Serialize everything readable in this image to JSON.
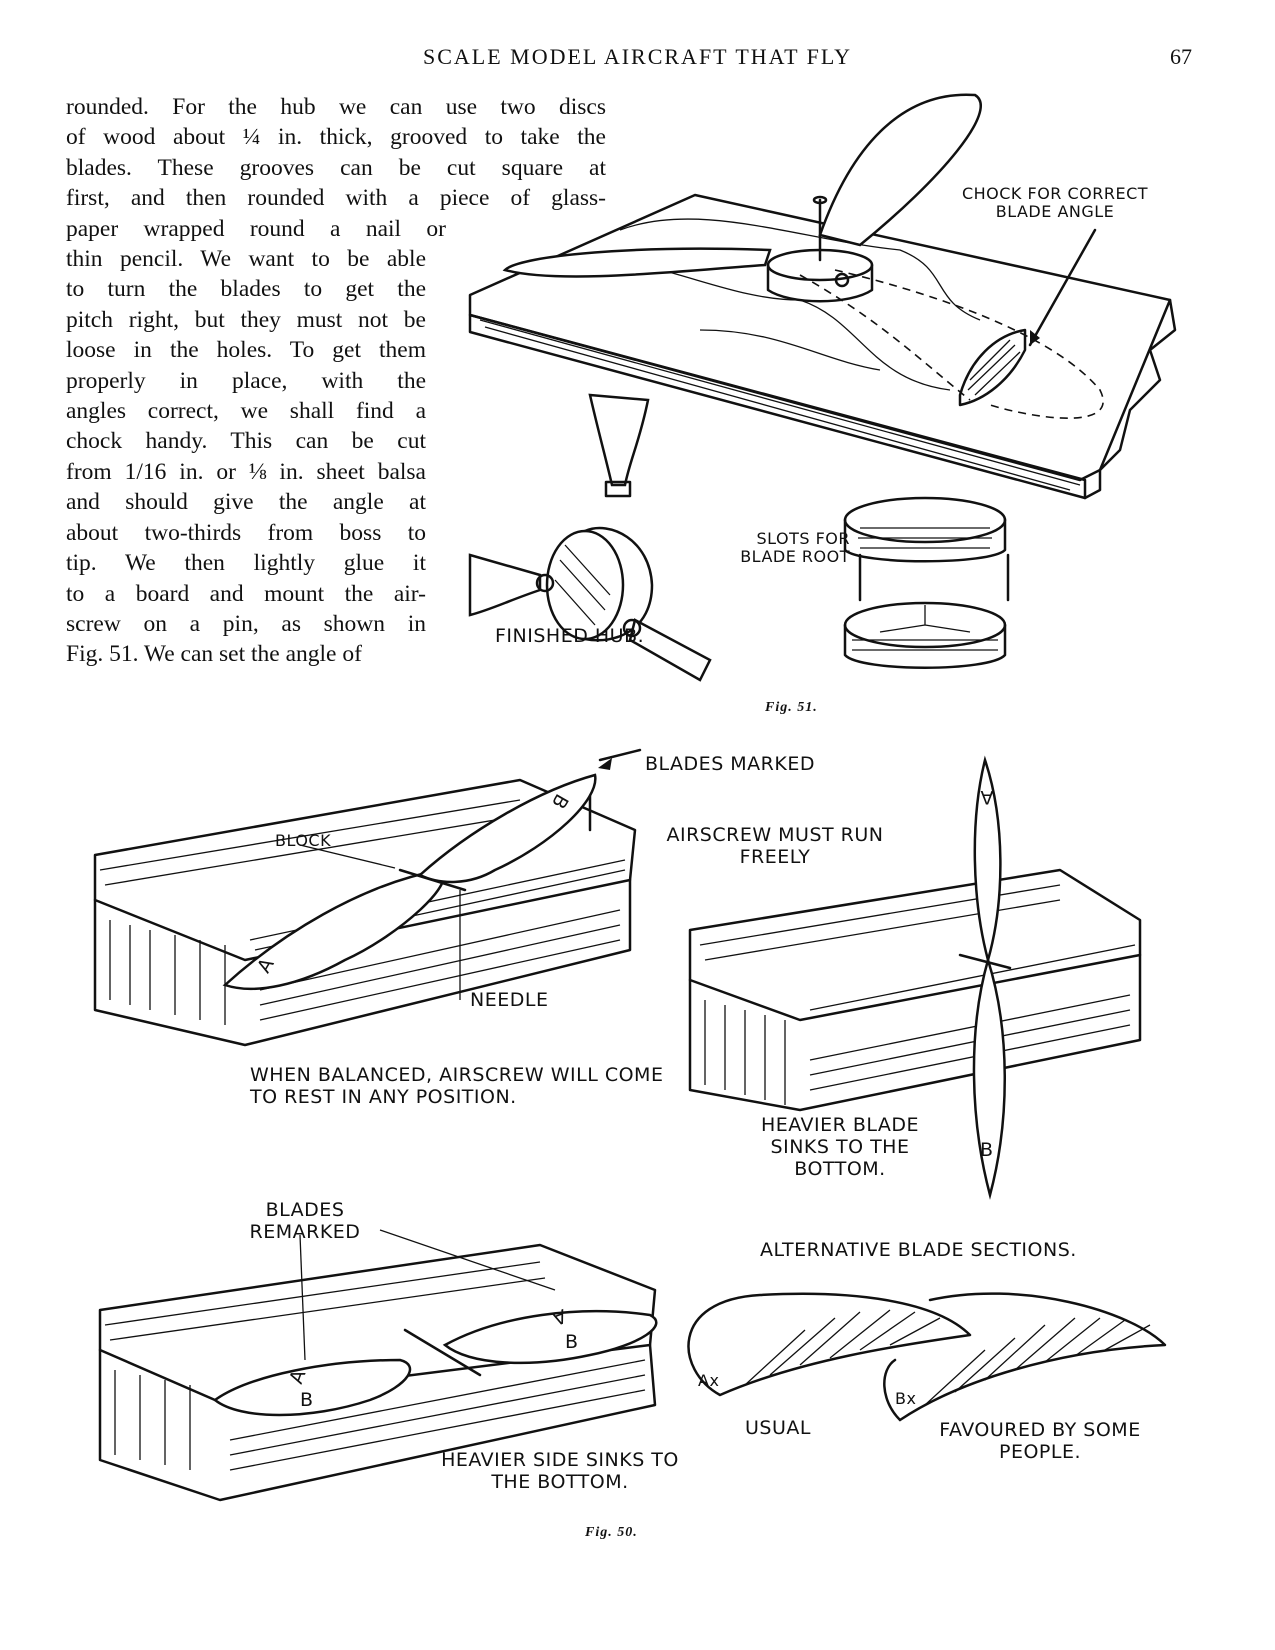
{
  "header": {
    "title": "SCALE MODEL AIRCRAFT THAT FLY",
    "page_number": "67"
  },
  "body_lines": [
    "rounded.  For the hub we can use two discs",
    "of wood about ¼ in. thick, grooved to take the",
    "blades.  These grooves can be cut square at",
    "first, and then rounded with a piece of glass-",
    "paper wrapped round a nail or",
    "thin pencil.  We want to be able",
    "to turn the blades to get the",
    "pitch right, but they must not be",
    "loose in the holes.  To get them",
    "properly in place, with the",
    "angles correct, we shall find a",
    "chock handy.  This can be cut",
    "from 1/16 in. or ⅛ in. sheet balsa",
    "and should give the angle at",
    "about two-thirds from boss to",
    "tip.  We then lightly glue it",
    "to a board and mount the air-",
    "screw on a pin, as shown in",
    "Fig. 51.  We can set the angle of"
  ],
  "fig51": {
    "caption": "Fig. 51.",
    "chock_label": "CHOCK FOR CORRECT BLADE ANGLE",
    "slots_label": "SLOTS FOR BLADE ROOT",
    "hub_label": "FINISHED HUB."
  },
  "fig50": {
    "caption": "Fig. 50.",
    "blades_marked": "BLADES MARKED",
    "block": "BLOCK",
    "needle": "NEEDLE",
    "must_run_freely": "AIRSCREW MUST RUN FREELY",
    "when_balanced": "WHEN BALANCED, AIRSCREW WILL COME TO REST IN ANY POSITION.",
    "heavier_blade": "HEAVIER BLADE SINKS TO THE BOTTOM.",
    "blades_remarked": "BLADES REMARKED",
    "heavier_side": "HEAVIER SIDE SINKS TO THE BOTTOM.",
    "alt_sections": "ALTERNATIVE BLADE SECTIONS.",
    "usual": "USUAL",
    "favoured": "FAVOURED BY SOME PEOPLE.",
    "letter_a": "A",
    "letter_b": "B",
    "section_ax": "Ax",
    "section_bx": "Bx"
  }
}
